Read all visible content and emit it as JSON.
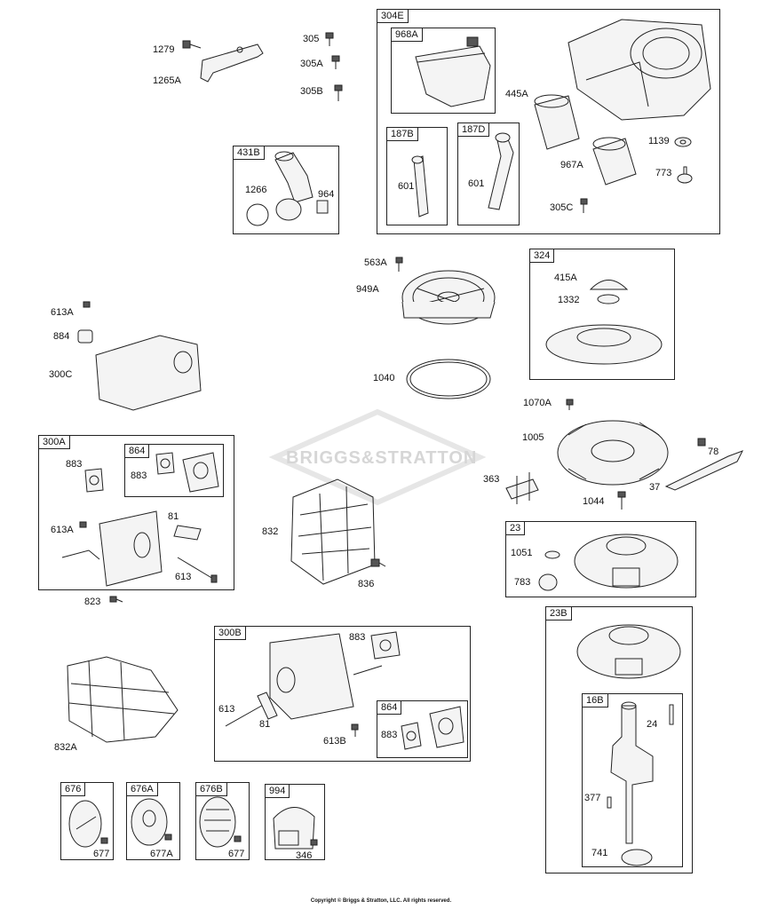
{
  "watermark": "BRIGGS&STRATTON",
  "copyright": "Copyright © Briggs & Stratton, LLC. All rights reserved.",
  "groups": {
    "g304E": "304E",
    "g968A": "968A",
    "g187B": "187B",
    "g187D": "187D",
    "g431B": "431B",
    "g324": "324",
    "g300A": "300A",
    "g864a": "864",
    "g23": "23",
    "g23B": "23B",
    "g16B": "16B",
    "g300B": "300B",
    "g864b": "864",
    "g676": "676",
    "g676A": "676A",
    "g676B": "676B",
    "g994": "994"
  },
  "parts": {
    "p1279": "1279",
    "p1265A": "1265A",
    "p305": "305",
    "p305A": "305A",
    "p305B": "305B",
    "p445A": "445A",
    "p1139": "1139",
    "p967A": "967A",
    "p773": "773",
    "p305C": "305C",
    "p601a": "601",
    "p601b": "601",
    "p1266": "1266",
    "p964": "964",
    "p563A": "563A",
    "p949A": "949A",
    "p1040": "1040",
    "p415A": "415A",
    "p1332": "1332",
    "p613Atop": "613A",
    "p884": "884",
    "p300C": "300C",
    "p1070A": "1070A",
    "p1005": "1005",
    "p78": "78",
    "p37": "37",
    "p363": "363",
    "p1044": "1044",
    "p883a": "883",
    "p883b": "883",
    "p613Amid": "613A",
    "p81a": "81",
    "p613a": "613",
    "p823": "823",
    "p832": "832",
    "p836": "836",
    "p1051": "1051",
    "p783": "783",
    "p832A": "832A",
    "p883c": "883",
    "p613b": "613",
    "p81b": "81",
    "p613B": "613B",
    "p883d": "883",
    "p24": "24",
    "p377": "377",
    "p741": "741",
    "p677a": "677",
    "p677A": "677A",
    "p677b": "677",
    "p346": "346"
  }
}
